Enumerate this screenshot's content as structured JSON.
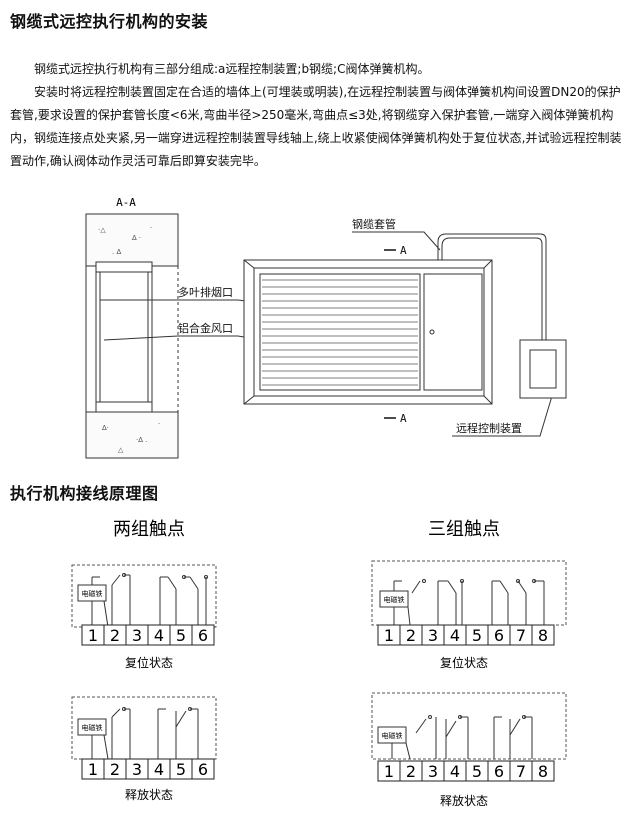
{
  "section1": {
    "title": "钢缆式远控执行机构的安装",
    "p1": "钢缆式远控执行机构有三部分组成:a远程控制装置;b钢缆;C阀体弹簧机构。",
    "p2": "安装时将远程控制装置固定在合适的墙体上(可埋装或明装),在远程控制装置与阀体弹簧机构间设置DN20的保护套管,要求设置的保护套管长度<6米,弯曲半径>250毫米,弯曲点≤3处,将钢缆穿入保护套管,一端穿入阀体弹簧机构内，钢缆连接点处夹紧,另一端穿进远程控制装置导线轴上,绕上收紧使阀体弹簧机构处于复位状态,并试验远程控制装置动作,确认阀体动作灵活可靠后即算安装完毕。"
  },
  "figure": {
    "section_label": "A-A",
    "cable_sleeve": "钢缆套管",
    "a_mark": "A",
    "multi_blade": "多叶排烟口",
    "al_outlet": "铝合金风口",
    "remote_device": "远程控制装置"
  },
  "section2": {
    "title": "执行机构接线原理图"
  },
  "wiring": {
    "two_group": "两组触点",
    "three_group": "三组触点",
    "reset_state": "复位状态",
    "release_state": "释放状态",
    "coil": "电磁铁",
    "terminals6": [
      "1",
      "2",
      "3",
      "4",
      "5",
      "6"
    ],
    "terminals8": [
      "1",
      "2",
      "3",
      "4",
      "5",
      "6",
      "7",
      "8"
    ]
  }
}
